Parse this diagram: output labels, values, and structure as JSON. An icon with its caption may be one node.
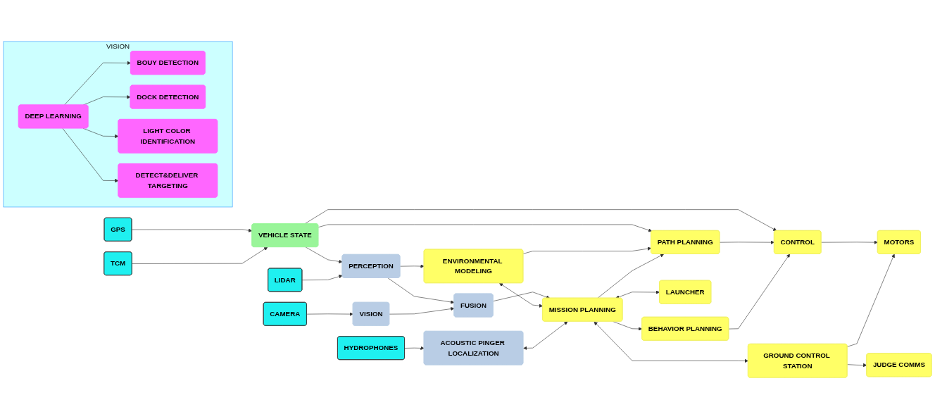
{
  "diagram": {
    "nodes": [
      {
        "text": [
          "GPS"
        ]
      },
      {
        "text": [
          "VEHICLE STATE"
        ]
      },
      {
        "text": [
          "TCM"
        ]
      },
      {
        "text": [
          "LIDAR"
        ]
      },
      {
        "text": [
          "PERCEPTION"
        ]
      },
      {
        "text": [
          "ENVIRONMENTAL MODELING"
        ]
      },
      {
        "text": [
          "PATH PLANNING"
        ]
      },
      {
        "text": [
          "CONTROL"
        ]
      },
      {
        "text": [
          "MOTORS"
        ]
      },
      {
        "text": [
          "FUSION"
        ]
      },
      {
        "text": [
          "BEHAVIOR PLANNING"
        ]
      },
      {
        "text": [
          "CAMERA"
        ]
      },
      {
        "text": [
          "VISION"
        ]
      },
      {
        "text": [
          "MISSION PLANNING"
        ]
      },
      {
        "text": [
          "GROUND CONTROL STATION"
        ]
      },
      {
        "text": [
          "JUDGE COMMS"
        ]
      },
      {
        "text": [
          "HYDROPHONES"
        ]
      },
      {
        "text": [
          "ACOUSTIC PINGER LOCALIZATION"
        ]
      },
      {
        "text": [
          "LAUNCHER"
        ]
      },
      {
        "text": [
          "VISION"
        ]
      },
      {
        "text": [
          "DEEP LEARNING"
        ],
        "in": 19
      },
      {
        "text": [
          "BOUY DETECTION"
        ],
        "in": 19
      },
      {
        "text": [
          "DOCK DETECTION"
        ],
        "in": 19
      },
      {
        "text": [
          "LIGHT COLOR IDENTIFICATION"
        ],
        "in": 19
      },
      {
        "text": [
          "DETECT&DELIVER TARGETING"
        ],
        "in": 19
      }
    ],
    "edges": [
      {
        "from": 0,
        "to": 1,
        "arrow": "to"
      },
      {
        "from": 2,
        "to": 1,
        "arrow": "to"
      },
      {
        "from": 1,
        "to": 4,
        "arrow": "to"
      },
      {
        "from": 1,
        "to": 6,
        "arrow": "to"
      },
      {
        "from": 1,
        "to": 7,
        "arrow": "to"
      },
      {
        "from": 3,
        "to": 4,
        "arrow": "to"
      },
      {
        "from": 11,
        "to": 12,
        "arrow": "to"
      },
      {
        "from": 4,
        "to": 5,
        "arrow": "to"
      },
      {
        "from": 4,
        "to": 9,
        "arrow": "to"
      },
      {
        "from": 12,
        "to": 9,
        "arrow": "to"
      },
      {
        "from": 9,
        "to": 13,
        "arrow": "to"
      },
      {
        "from": 5,
        "to": 13,
        "arrow": "both"
      },
      {
        "from": 5,
        "to": 6,
        "arrow": "to"
      },
      {
        "from": 13,
        "to": 6,
        "arrow": "to"
      },
      {
        "from": 13,
        "to": 10,
        "arrow": "to"
      },
      {
        "from": 6,
        "to": 7,
        "arrow": "to"
      },
      {
        "from": 10,
        "to": 7,
        "arrow": "to"
      },
      {
        "from": 7,
        "to": 8,
        "arrow": "to"
      },
      {
        "from": 14,
        "to": 8,
        "arrow": "to"
      },
      {
        "from": 13,
        "to": 14,
        "arrow": "both"
      },
      {
        "from": 14,
        "to": 15,
        "arrow": "to"
      },
      {
        "from": 16,
        "to": 17,
        "arrow": "to"
      },
      {
        "from": 17,
        "to": 13,
        "arrow": "both"
      },
      {
        "from": 13,
        "to": 18,
        "arrow": "both"
      },
      {
        "from": 20,
        "to": 21,
        "arrow": "to"
      },
      {
        "from": 20,
        "to": 22,
        "arrow": "to"
      },
      {
        "from": 20,
        "to": 23,
        "arrow": "to"
      },
      {
        "from": 20,
        "to": 24,
        "arrow": "to"
      }
    ]
  }
}
